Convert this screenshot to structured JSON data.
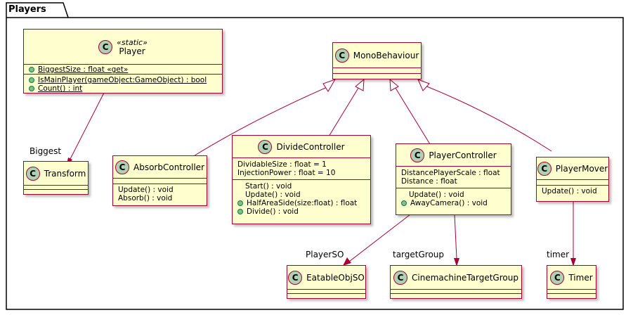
{
  "package": {
    "name": "Players"
  },
  "classes": {
    "player": {
      "stereotype": "«static»",
      "name": "Player",
      "fields": [
        "BiggestSize : float «get»"
      ],
      "methods": [
        "IsMainPlayer(gameObject:GameObject) : bool",
        "Count() : int"
      ]
    },
    "transform": {
      "name": "Transform"
    },
    "monobehaviour": {
      "name": "MonoBehaviour"
    },
    "absorb": {
      "name": "AbsorbController",
      "methods": [
        "Update() : void",
        "Absorb() : void"
      ]
    },
    "divide": {
      "name": "DivideController",
      "fields": [
        "DividableSize : float = 1",
        "InjectionPower : float = 10"
      ],
      "methods": [
        "Start() : void",
        "Update() : void",
        "HalfAreaSide(size:float) : float",
        "Divide() : void"
      ]
    },
    "playercontroller": {
      "name": "PlayerController",
      "fields": [
        "DistancePlayerScale : float",
        "Distance : float"
      ],
      "methods": [
        "Update() : void",
        "AwayCamera() : void"
      ]
    },
    "playermover": {
      "name": "PlayerMover",
      "methods": [
        "Update() : void"
      ]
    },
    "eatable": {
      "name": "EatableObjSO"
    },
    "cinemachine": {
      "name": "CinemachineTargetGroup"
    },
    "timer": {
      "name": "Timer"
    }
  },
  "roles": {
    "biggest": "Biggest",
    "playerso": "PlayerSO",
    "targetgroup": "targetGroup",
    "timer": "timer"
  },
  "class_icon_letter": "C",
  "colors": {
    "class_fill": "#FEFECE",
    "class_border": "#A80036",
    "icon_fill": "#ADD1B2",
    "public_dot": "#84BE84"
  }
}
